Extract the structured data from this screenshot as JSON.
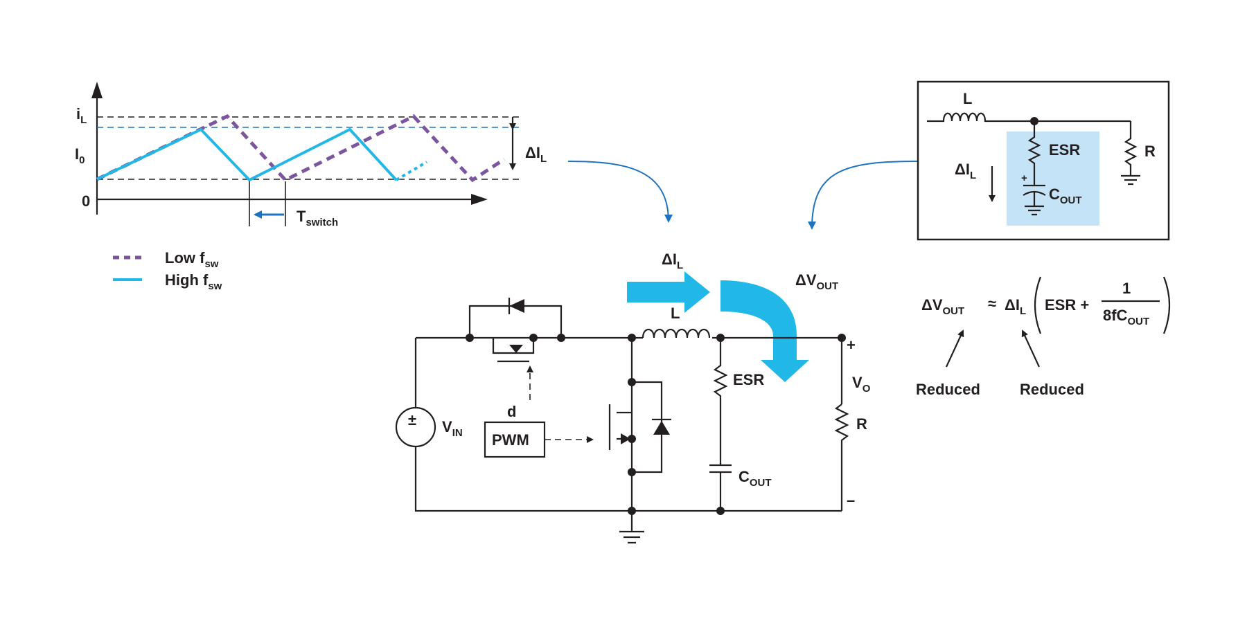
{
  "waveform": {
    "y_axis_top": "i",
    "y_axis_top_sub": "L",
    "y_axis_mid": "I",
    "y_axis_mid_sub": "0",
    "y_axis_zero": "0",
    "delta_label": "ΔI",
    "delta_sub": "L",
    "period_label": "T",
    "period_sub": "switch",
    "colors": {
      "low_fsw": "#7b559e",
      "high_fsw": "#21b7e6",
      "arrow": "#1e73be"
    }
  },
  "legend": {
    "items": [
      {
        "label": "Low f",
        "sub": "sw",
        "style": "dashed",
        "color": "#7b559e"
      },
      {
        "label": "High f",
        "sub": "sw",
        "style": "solid",
        "color": "#21b7e6"
      }
    ]
  },
  "circuit": {
    "vin": "V",
    "vin_sub": "IN",
    "gate_label": "d",
    "pwm": "PWM",
    "inductor": "L",
    "esr": "ESR",
    "cout": "C",
    "cout_sub": "OUT",
    "load": "R",
    "vo": "V",
    "vo_sub": "O",
    "plus": "+",
    "minus": "–",
    "delta_il": "ΔI",
    "delta_il_sub": "L",
    "delta_vout": "ΔV",
    "delta_vout_sub": "OUT",
    "flow_color": "#21b7e6"
  },
  "inset": {
    "inductor": "L",
    "esr": "ESR",
    "load": "R",
    "delta_il": "ΔI",
    "delta_il_sub": "L",
    "cout": "C",
    "cout_sub": "OUT",
    "plus": "+",
    "highlight_color": "#c5e3f6"
  },
  "equation": {
    "lhs": "ΔV",
    "lhs_sub": "OUT",
    "approx": "≈",
    "factor": "ΔI",
    "factor_sub": "L",
    "term1": "ESR +",
    "numerator": "1",
    "denominator": "8fC",
    "denominator_sub": "OUT",
    "note_left": "Reduced",
    "note_right": "Reduced"
  }
}
